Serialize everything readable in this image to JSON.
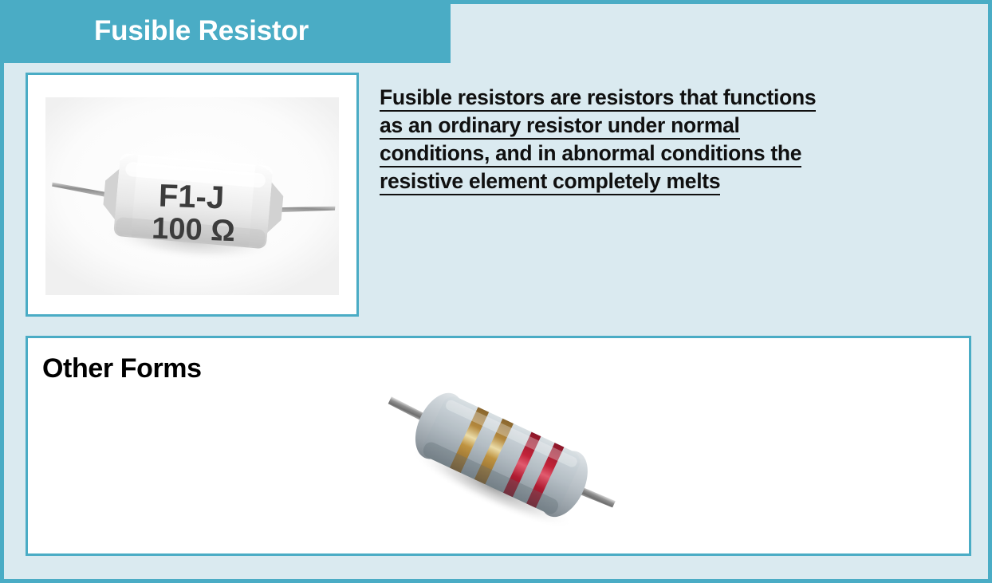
{
  "slide": {
    "title": "Fusible Resistor",
    "background_color": "#daeaf0",
    "accent_color": "#4aacc5",
    "border_color": "#4aacc5",
    "panel_color": "#ffffff"
  },
  "description": {
    "lines": [
      "Fusible resistors are resistors that functions",
      "as an ordinary resistor under normal",
      "conditions, and in abnormal conditions the",
      "resistive element completely melts"
    ],
    "full_text": "Fusible resistors are resistors that functions as an ordinary resistor under normal conditions, and in abnormal conditions the resistive element completely melts",
    "underlined": true
  },
  "other_forms": {
    "heading": "Other Forms"
  },
  "photos": {
    "main": {
      "name": "fusible-resistor-photo",
      "alt": "White cylindrical axial fusible resistor with metal leads",
      "body_color": "#f2f2f2",
      "lead_color": "#9a9a9a",
      "markings": {
        "line1": "F1-J",
        "line2": "100 Ω"
      }
    },
    "other": {
      "name": "color-band-resistor-photo",
      "alt": "Grey axial resistor with four colour bands",
      "body_color": "#b9bfc4",
      "lead_color": "#9d9d9d",
      "bands": [
        {
          "label": "gold",
          "color": "#a8782c"
        },
        {
          "label": "gold",
          "color": "#a8782c"
        },
        {
          "label": "red",
          "color": "#b4112a"
        },
        {
          "label": "red",
          "color": "#b4112a"
        }
      ]
    }
  }
}
